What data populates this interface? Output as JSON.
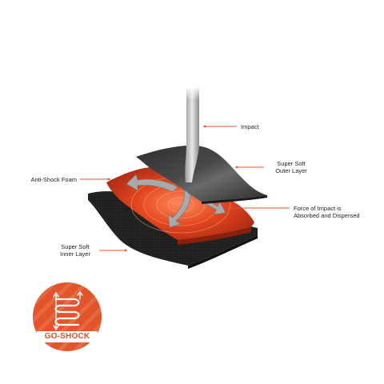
{
  "labels": {
    "impact": "Impact",
    "outer_layer": [
      "Super Soft",
      "Outer Layer"
    ],
    "anti_shock_foam": "Anti-Shock Foam",
    "force_of_impact": [
      "Force of Impact is",
      "Absorbed and Dispersed"
    ],
    "inner_layer": [
      "Super Soft",
      "Inner Layer"
    ]
  },
  "badge": {
    "label": "GO-SHOCK",
    "icon": "spring-coil-icon"
  },
  "colors": {
    "accent": "#e3542a",
    "foam": "#c0361a",
    "foam_glow": "#f2603a",
    "outer_layer": "#3a3a3a",
    "inner_layer": "#1c1c1c",
    "leader_line": "#e3542a"
  }
}
